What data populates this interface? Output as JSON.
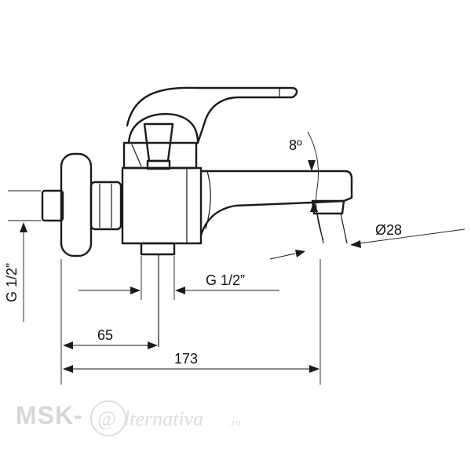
{
  "dimensions": {
    "inlet_thread_vertical": "G 1/2”",
    "outlet_thread": "G 1/2”",
    "dim_65": "65",
    "dim_173": "173",
    "diameter": "Ø28",
    "angle": "8º"
  },
  "watermark": {
    "brand": "MSK-",
    "at_sign": "@",
    "rest": "lternativa",
    "domain": ".ru"
  }
}
